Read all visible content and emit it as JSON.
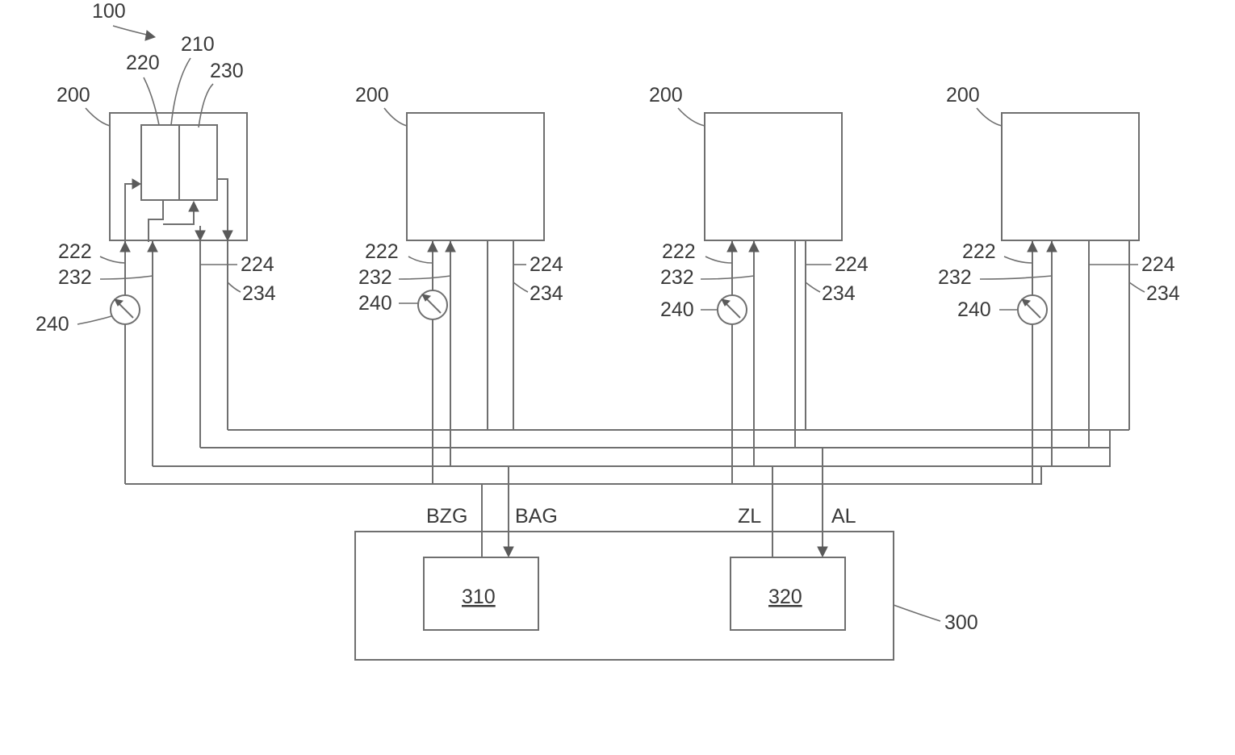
{
  "labels": {
    "system": "100",
    "module_210": "210",
    "module_220": "220",
    "module_230": "230",
    "unit": "200",
    "l222": "222",
    "l232": "232",
    "l224": "224",
    "l234": "234",
    "l240": "240",
    "controller": "300",
    "box310": "310",
    "box320": "320",
    "bzg": "BZG",
    "bag": "BAG",
    "zl": "ZL",
    "al": "AL"
  },
  "colors": {
    "line": "#6f6f6f",
    "text": "#3a3a3a"
  }
}
